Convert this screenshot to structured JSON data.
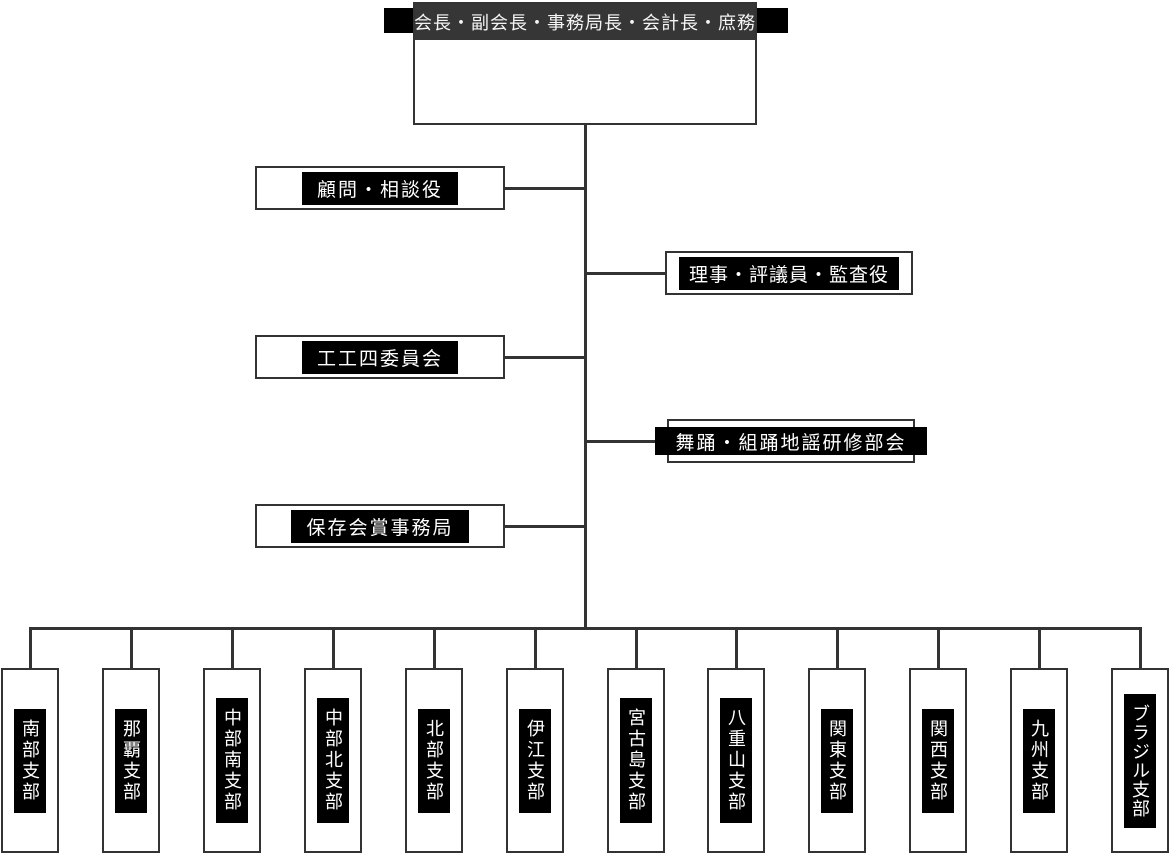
{
  "chart": {
    "type": "org-chart",
    "root": {
      "label": "会長・副会長・事務局長・会計長・庶務"
    },
    "left_nodes": [
      {
        "label": "顧問・相談役"
      },
      {
        "label": "工工四委員会"
      },
      {
        "label": "保存会賞事務局"
      }
    ],
    "right_nodes": [
      {
        "label": "理事・評議員・監査役"
      },
      {
        "label": "舞踊・組踊地謡研修部会"
      }
    ],
    "branches": [
      {
        "label": "南部支部"
      },
      {
        "label": "那覇支部"
      },
      {
        "label": "中部南支部"
      },
      {
        "label": "中部北支部"
      },
      {
        "label": "北部支部"
      },
      {
        "label": "伊江支部"
      },
      {
        "label": "宮古島支部"
      },
      {
        "label": "八重山支部"
      },
      {
        "label": "関東支部"
      },
      {
        "label": "関西支部"
      },
      {
        "label": "九州支部"
      },
      {
        "label": "ブラジル支部"
      }
    ],
    "colors": {
      "line": "#333333",
      "header_bg": "#363636",
      "label_bg": "#000000",
      "label_text": "#ffffff",
      "box_bg": "#ffffff"
    }
  }
}
